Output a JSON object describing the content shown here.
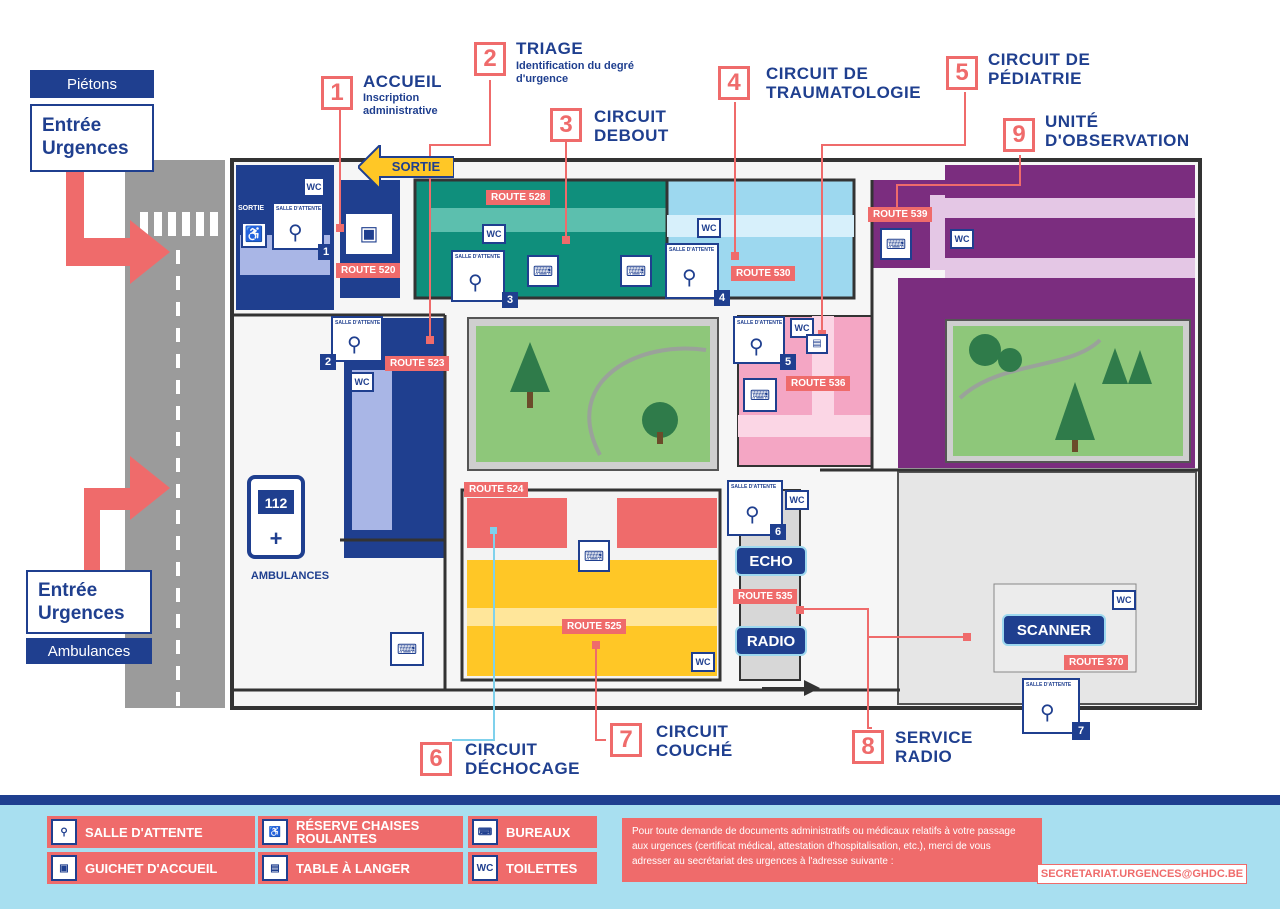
{
  "entrances": {
    "pedestrians_tag": "Piétons",
    "pedestrians_title": "Entrée Urgences",
    "ambulances_title": "Entrée Urgences",
    "ambulances_tag": "Ambulances"
  },
  "exit_sign": "SORTIE",
  "ambulance_label": "AMBULANCES",
  "ambulance_number": "112",
  "circuits": [
    {
      "number": "1",
      "title": "ACCUEIL",
      "subtitle": "Inscription administrative"
    },
    {
      "number": "2",
      "title": "TRIAGE",
      "subtitle": "Identification du degré d'urgence"
    },
    {
      "number": "3",
      "title": "CIRCUIT DEBOUT",
      "subtitle": ""
    },
    {
      "number": "4",
      "title": "CIRCUIT DE TRAUMATOLOGIE",
      "subtitle": ""
    },
    {
      "number": "5",
      "title": "CIRCUIT DE PÉDIATRIE",
      "subtitle": ""
    },
    {
      "number": "6",
      "title": "CIRCUIT DÉCHOCAGE",
      "subtitle": ""
    },
    {
      "number": "7",
      "title": "CIRCUIT COUCHÉ",
      "subtitle": ""
    },
    {
      "number": "8",
      "title": "SERVICE RADIO",
      "subtitle": ""
    },
    {
      "number": "9",
      "title": "UNITÉ D'OBSERVATION",
      "subtitle": ""
    }
  ],
  "routes": {
    "r520": "ROUTE 520",
    "r523": "ROUTE 523",
    "r524": "ROUTE 524",
    "r525": "ROUTE 525",
    "r528": "ROUTE 528",
    "r530": "ROUTE 530",
    "r535": "ROUTE 535",
    "r536": "ROUTE 536",
    "r539": "ROUTE 539",
    "r370": "ROUTE 370"
  },
  "rooms": {
    "echo": "ECHO",
    "radio": "RADIO",
    "scanner": "SCANNER",
    "wc": "WC",
    "waiting": "SALLE D'ATTENTE",
    "exit_small": "SORTIE"
  },
  "waiting_numbers": [
    "1",
    "2",
    "3",
    "4",
    "5",
    "6",
    "7"
  ],
  "legend": {
    "waiting_room": "SALLE D'ATTENTE",
    "wheelchairs": "RÉSERVE CHAISES ROULANTES",
    "offices": "BUREAUX",
    "reception": "GUICHET D'ACCUEIL",
    "changing_table": "TABLE À LANGER",
    "toilets": "TOILETTES"
  },
  "info_text": "Pour toute demande de documents administratifs ou médicaux relatifs à votre passage aux urgences (certificat médical, attestation d'hospitalisation, etc.), merci de vous adresser au secrétariat des urgences à l'adresse suivante :",
  "email": "SECRETARIAT.URGENCES@GHDC.BE",
  "colors": {
    "navy": "#1f3f8f",
    "coral": "#ef6b6b",
    "teal": "#0f8f7c",
    "lightblue": "#9dd8ef",
    "purple": "#7b2d7f",
    "pink": "#f4a6c4",
    "yellow": "#ffc726",
    "green": "#8ec77a",
    "road": "#9b9b9b"
  }
}
